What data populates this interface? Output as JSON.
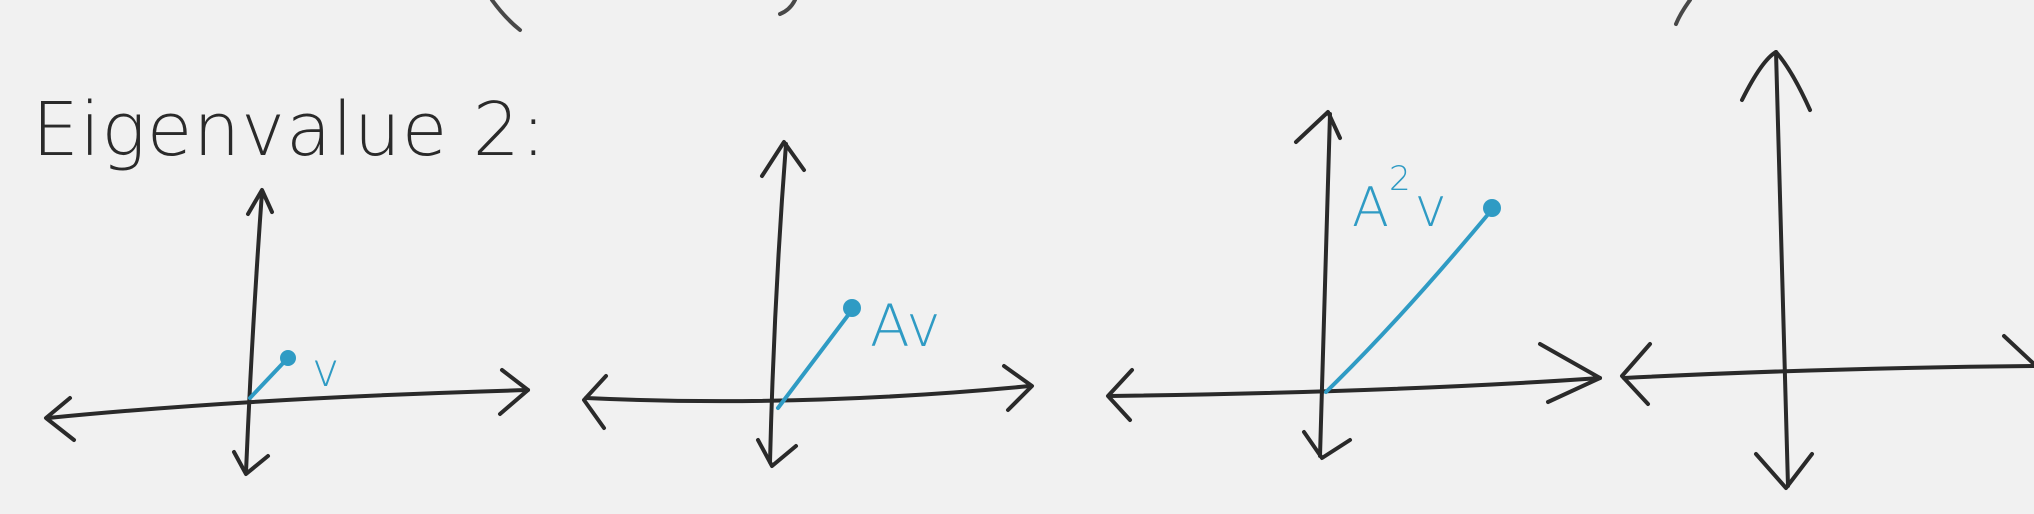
{
  "title": "Eigenvalue 2:",
  "colors": {
    "ink": "#2a2a2a",
    "vector": "#2f9bc4",
    "background": "#f1f1f1"
  },
  "panels": [
    {
      "vector_label": "v",
      "vector_label_super": ""
    },
    {
      "vector_label": "Av",
      "vector_label_super": ""
    },
    {
      "vector_label": "A",
      "vector_label_super": "2",
      "vector_label_tail": "v"
    },
    {
      "vector_label": "",
      "vector_label_super": ""
    }
  ]
}
